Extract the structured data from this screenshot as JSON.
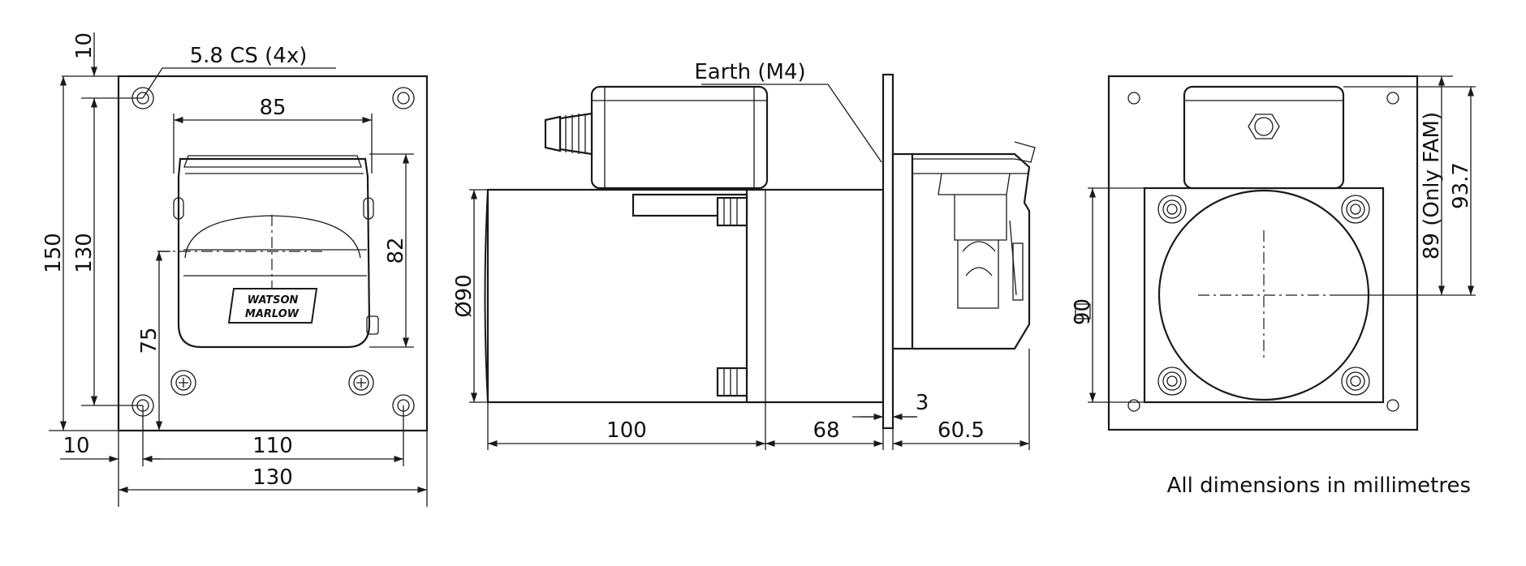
{
  "labels": {
    "screw_holes": "5.8 CS (4x)",
    "earth": "Earth (M4)",
    "brand_line1": "WATSON",
    "brand_line2": "MARLOW",
    "note": "All dimensions in millimetres"
  },
  "front_view": {
    "top_offset": "10",
    "height_outer": "150",
    "height_holes": "130",
    "head_width": "85",
    "head_height": "82",
    "center_height": "75",
    "left_offset": "10",
    "hole_spacing": "110",
    "width_outer": "130"
  },
  "side_view": {
    "motor_diameter": "Ø90",
    "motor_length": "100",
    "gearbox_length": "68",
    "flange_thickness": "3",
    "head_depth": "60.5"
  },
  "rear_view": {
    "square_size": "90",
    "height_fam": "89 (Only FAM)",
    "height_box": "93.7"
  }
}
